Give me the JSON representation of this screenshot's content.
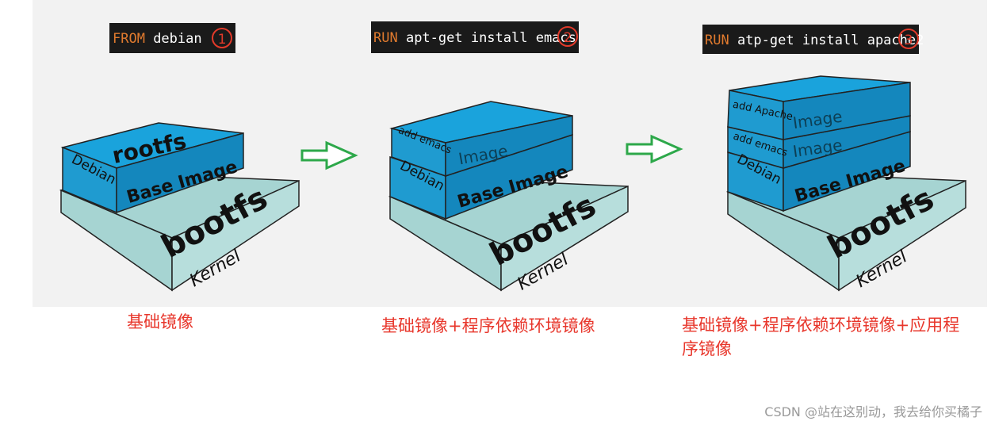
{
  "commands": [
    {
      "keyword": "FROM",
      "rest": " debian",
      "num": "1"
    },
    {
      "keyword": "RUN",
      "rest": " apt-get install emacs",
      "num": "2"
    },
    {
      "keyword": "RUN",
      "rest": " atp-get install apache2",
      "num": "3"
    }
  ],
  "layers": {
    "rootfs": "rootfs",
    "base_image": "Base Image",
    "debian": "Debian",
    "bootfs": "bootfs",
    "kernel": "Kernel",
    "image": "Image",
    "add_emacs": "add emacs",
    "add_apache": "add Apache"
  },
  "captions": [
    "基础镜像",
    "基础镜像+程序依赖环境镜像",
    "基础镜像+程序依赖环境镜像+应用程",
    "序镜像"
  ],
  "watermark": "CSDN @站在这别动，我去给你买橘子",
  "colors": {
    "panel_bg": "#f2f2f2",
    "teal": "#a6d4d2",
    "blue_front": "#1f9bd0",
    "blue_top": "#1aa3dc",
    "blue_side": "#1487bd",
    "arrow": "#2da84a",
    "caption_red": "#e8372c",
    "keyword": "#e07a2e"
  }
}
